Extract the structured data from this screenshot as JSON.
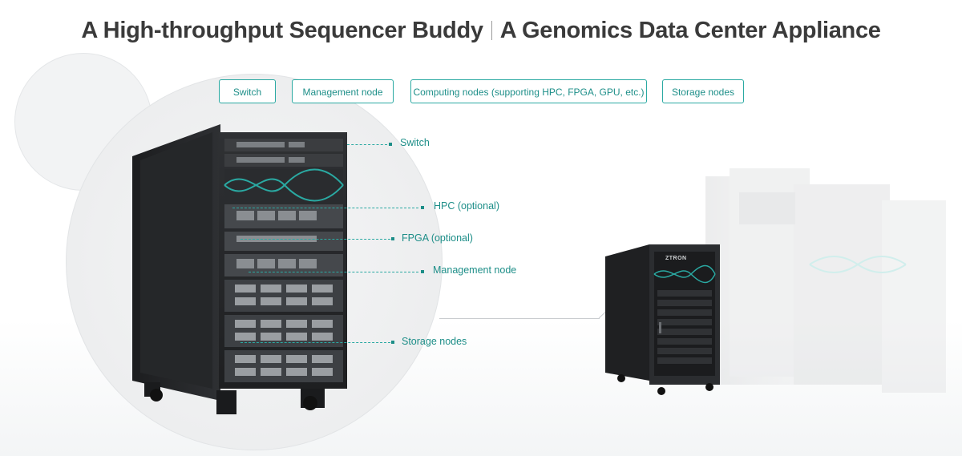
{
  "title": {
    "part1": "A High-throughput Sequencer Buddy",
    "part2": "A Genomics Data Center Appliance"
  },
  "tabs": [
    {
      "label": "Switch"
    },
    {
      "label": "Management node"
    },
    {
      "label": "Computing nodes (supporting HPC, FPGA, GPU, etc.)"
    },
    {
      "label": "Storage nodes"
    }
  ],
  "rack_labels": {
    "switch": "Switch",
    "hpc": "HPC (optional)",
    "fpga": "FPGA (optional)",
    "management": "Management node",
    "storage": "Storage nodes"
  },
  "small_rack": {
    "logo_text": "ZTRON"
  },
  "colors": {
    "accent": "#2aa9a2",
    "title": "#3a3a3a",
    "rack_dark": "#2b2d30"
  }
}
